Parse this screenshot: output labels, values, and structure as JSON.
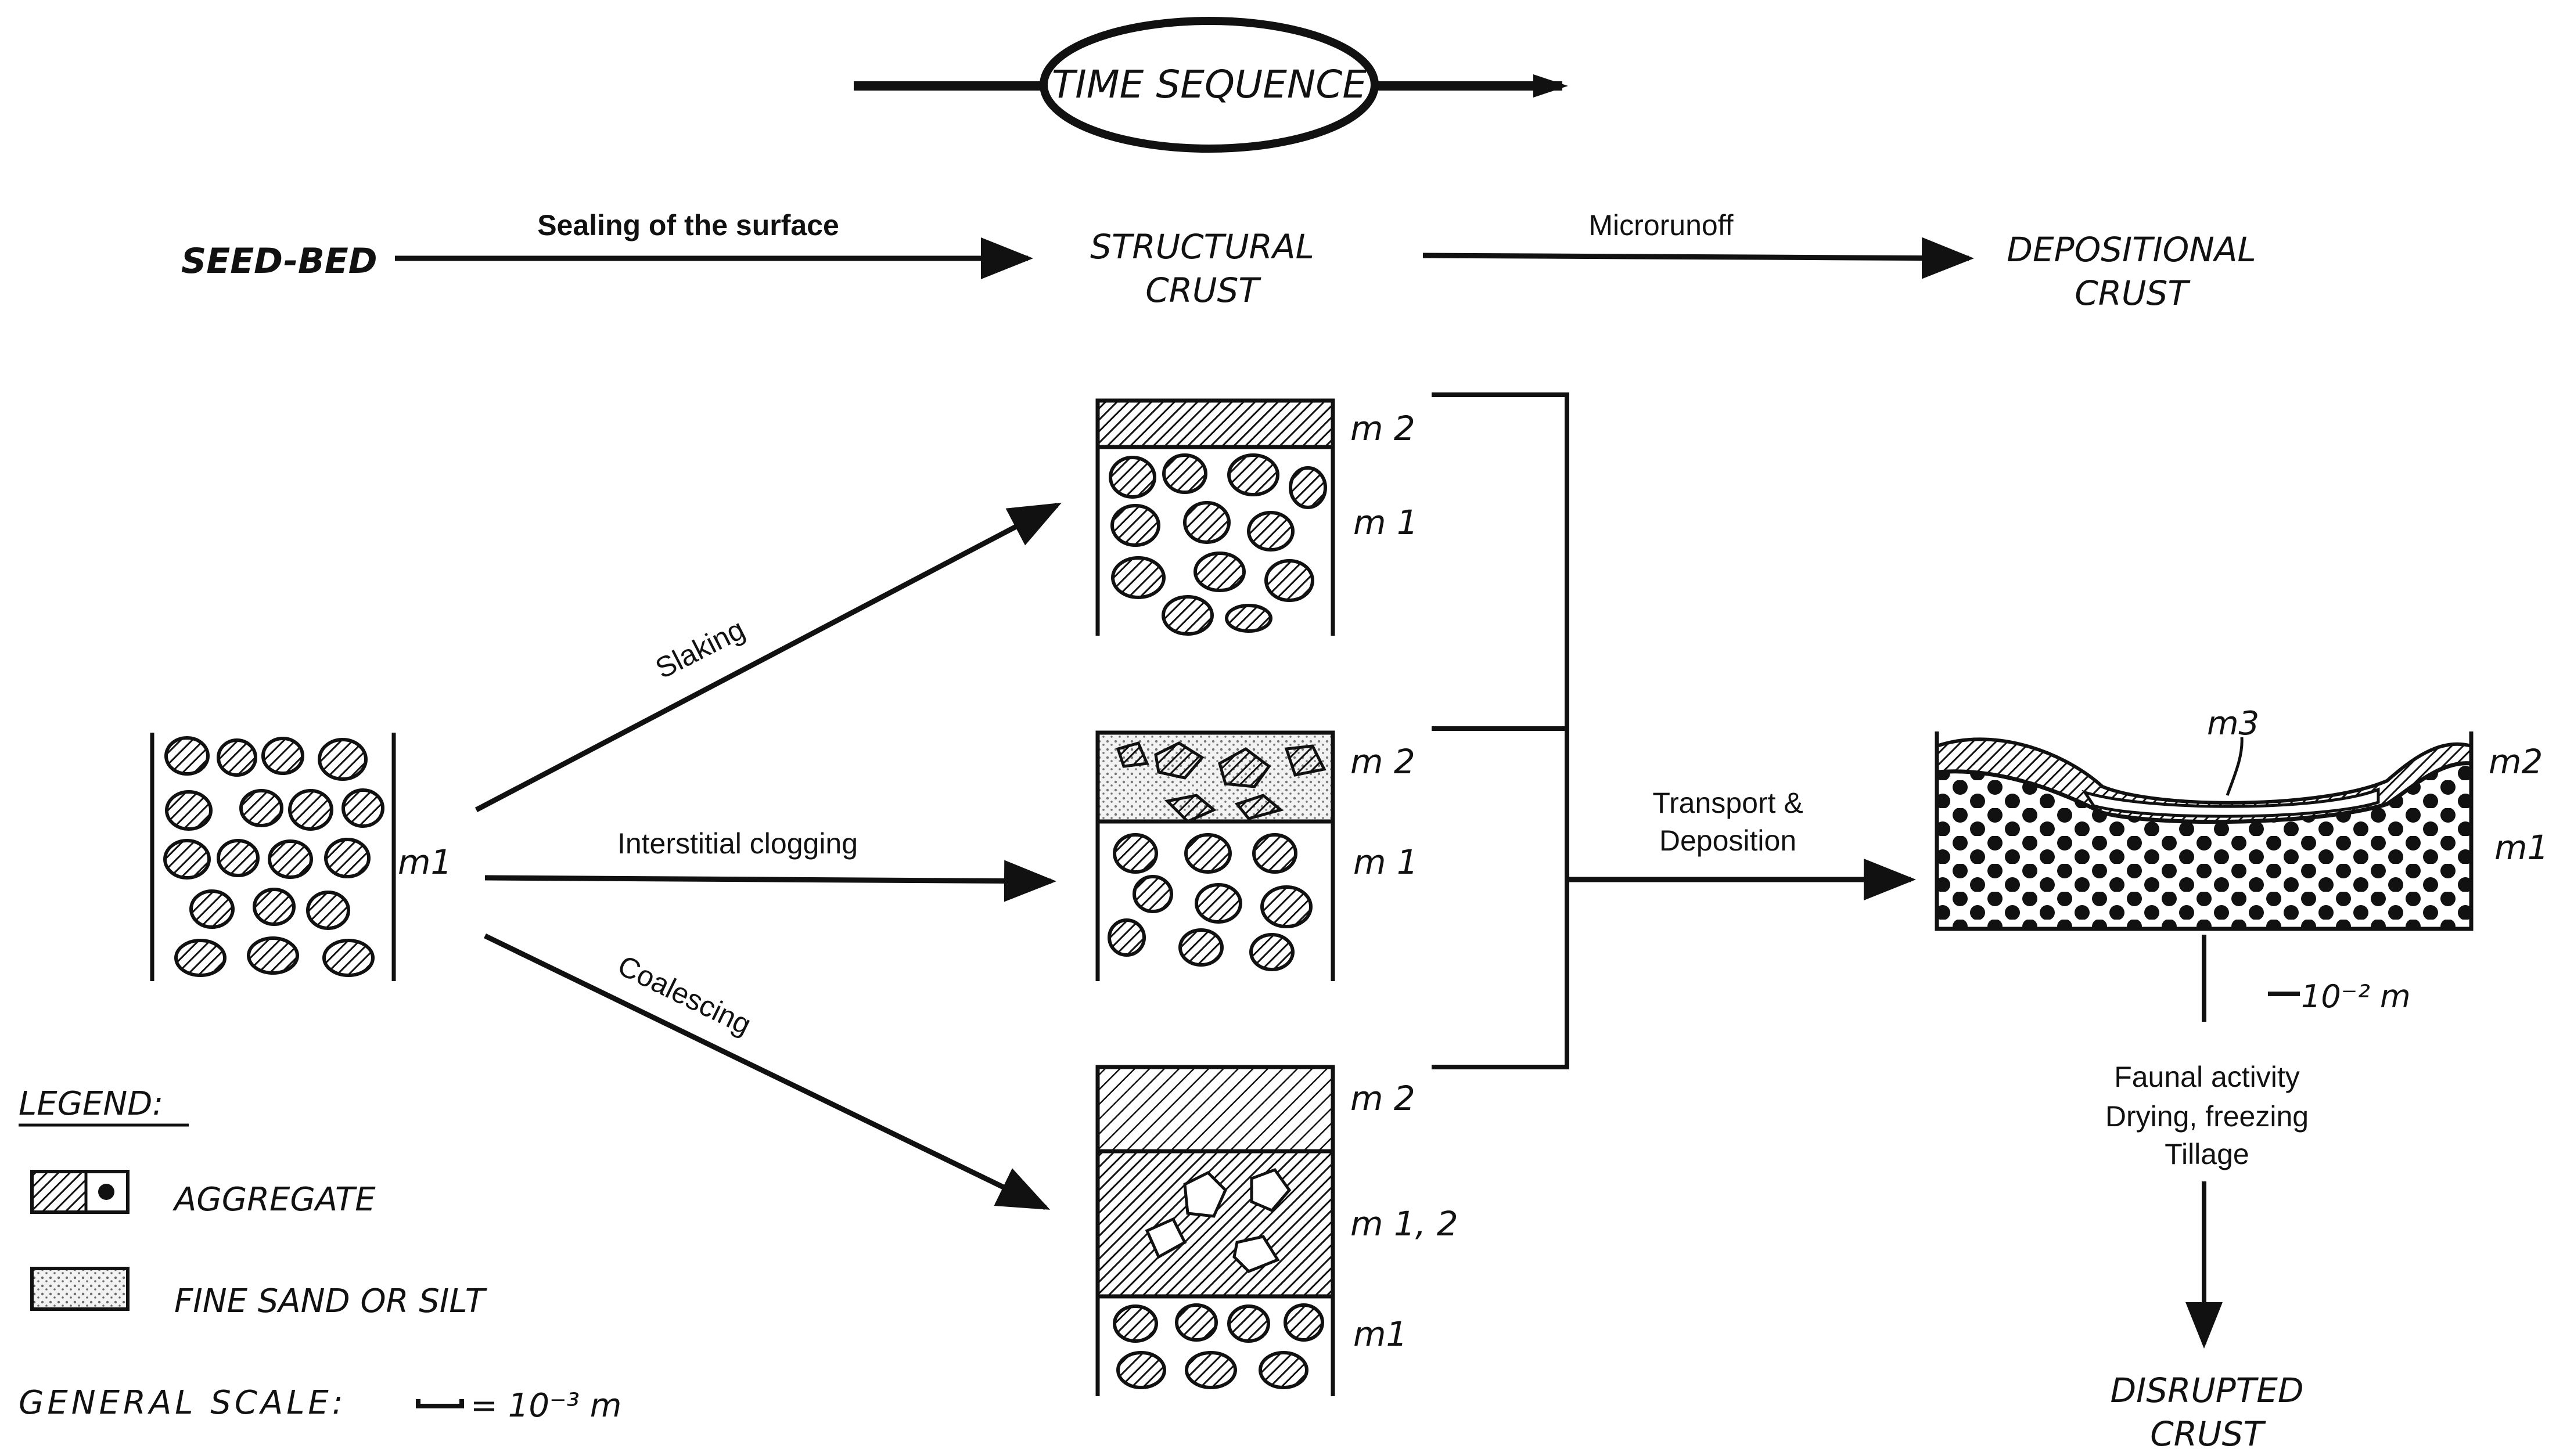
{
  "header": {
    "title": "TIME SEQUENCE"
  },
  "stages": {
    "seed_bed": "SEED-BED",
    "structural": [
      "STRUCTURAL",
      "CRUST"
    ],
    "depositional": [
      "DEPOSITIONAL",
      "CRUST"
    ],
    "disrupted": [
      "DISRUPTED",
      "CRUST"
    ]
  },
  "processes": {
    "sealing": "Sealing of the surface",
    "microrunoff": "Microrunoff",
    "slaking": "Slaking",
    "interstitial": "Interstitial clogging",
    "coalescing": "Coalescing",
    "transport": [
      "Transport &",
      "Deposition"
    ],
    "disruption": [
      "Faunal activity",
      "Drying, freezing",
      "Tillage"
    ]
  },
  "layers": {
    "seed_m1": "m1",
    "slaking_m2": "m 2",
    "slaking_m1": "m 1",
    "clogging_m2": "m 2",
    "clogging_m1": "m 1",
    "coalescing_m2": "m 2",
    "coalescing_m12": "m 1, 2",
    "coalescing_m1": "m1",
    "depositional_m3": "m3",
    "depositional_m2": "m2",
    "depositional_m1": "m1"
  },
  "scale": {
    "depositional": "10⁻² m"
  },
  "legend": {
    "title": "LEGEND:",
    "aggregate": "AGGREGATE",
    "fine_sand": "FINE SAND OR SILT",
    "general_scale_label": "GENERAL SCALE:",
    "general_scale_value": "= 10⁻³ m"
  }
}
